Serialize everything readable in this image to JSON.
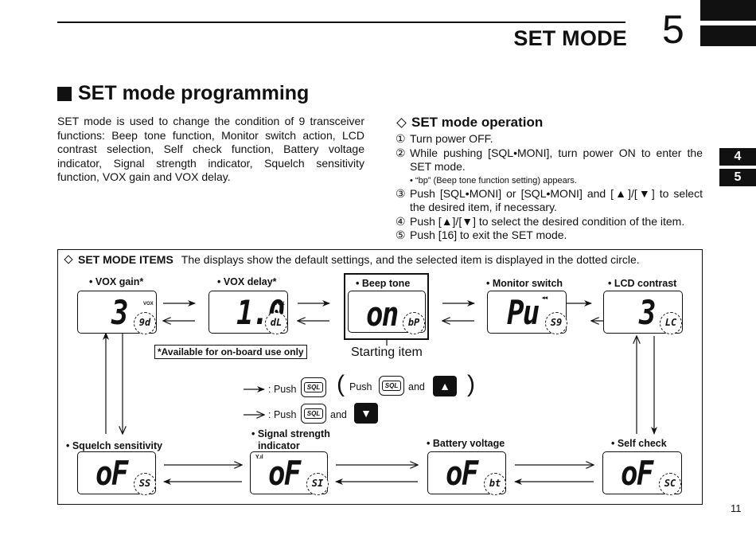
{
  "header": {
    "chapter_title": "SET MODE",
    "chapter_number": "5",
    "side_tabs": [
      "4",
      "5"
    ]
  },
  "section": {
    "heading": "SET mode programming",
    "intro": "SET mode is used to change the condition of 9 transceiver functions: Beep tone function, Monitor switch action, LCD contrast selection, Self check function, Battery voltage indicator, Signal strength indicator, Squelch sensitivity function, VOX gain and VOX delay."
  },
  "operation": {
    "heading": "SET mode operation",
    "steps": [
      {
        "num": "①",
        "text": "Turn power OFF."
      },
      {
        "num": "②",
        "text": "While pushing [SQL•MONI], turn power ON to enter the SET mode."
      },
      {
        "num": "③",
        "text": "Push [SQL•MONI] or [SQL•MONI] and [▲]/[▼] to select the desired item, if necessary."
      },
      {
        "num": "④",
        "text": "Push [▲]/[▼] to select the desired condition of the item."
      },
      {
        "num": "⑤",
        "text": "Push [16] to exit the SET mode."
      }
    ],
    "note": "• “bp” (Beep tone function setting) appears."
  },
  "items": {
    "heading": "SET MODE ITEMS",
    "description": "The displays show the default settings, and the selected item is displayed in the dotted circle.",
    "vox_gain": {
      "label": "• VOX gain*",
      "value": "3",
      "code": "9d",
      "tag": "VOX"
    },
    "vox_delay": {
      "label": "• VOX delay*",
      "value": "1.0",
      "code": "dL",
      "tag": "VOX"
    },
    "beep_tone": {
      "label": "• Beep tone",
      "value": "on",
      "code": "bP"
    },
    "monitor_switch": {
      "label": "• Monitor switch",
      "value": "Pu",
      "code": "S9",
      "tag": "◂◂"
    },
    "lcd_contrast": {
      "label": "• LCD contrast",
      "value": "3",
      "code": "LC"
    },
    "squelch": {
      "label": "• Squelch sensitivity",
      "value": "oF",
      "code": "SS"
    },
    "signal_strength": {
      "label_1": "• Signal strength",
      "label_2": "indicator",
      "value": "oF",
      "code": "SI",
      "tag": "Y.ıl"
    },
    "battery_voltage": {
      "label": "• Battery voltage",
      "value": "oF",
      "code": "bt"
    },
    "self_check": {
      "label": "• Self check",
      "value": "oF",
      "code": "SC"
    },
    "starting_item": "Starting item",
    "available_note": "*Available for on-board use only",
    "legend": {
      "push_1": ": Push",
      "push_2": ": Push",
      "and_1": "and",
      "and_2": "and",
      "paren_push": "Push",
      "key_sql": "SQL",
      "key_up": "▲",
      "key_down": "▼",
      "paren_open": "(",
      "paren_close": ")"
    }
  },
  "page_number": "11"
}
